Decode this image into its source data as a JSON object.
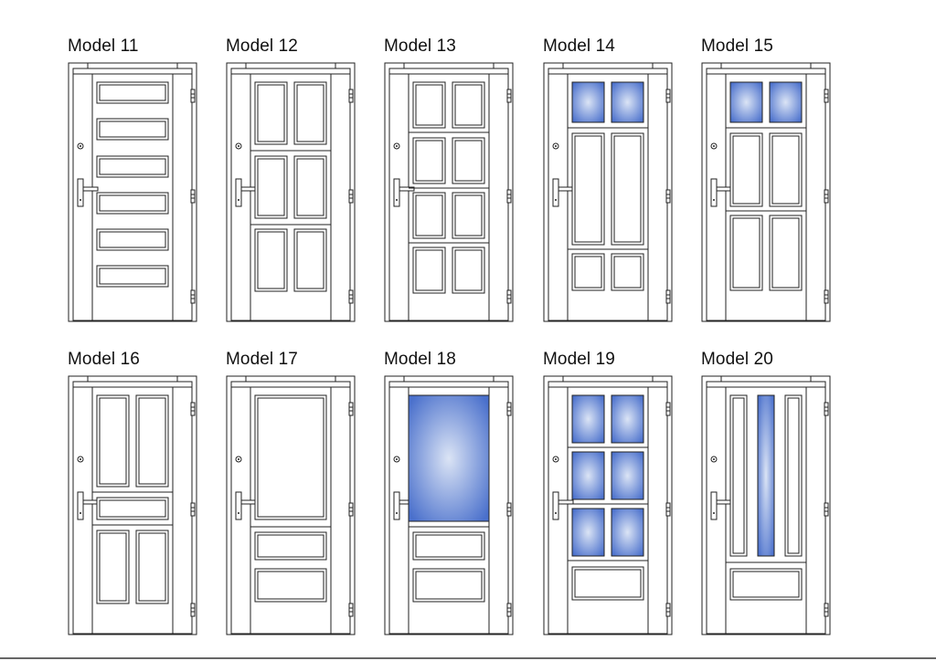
{
  "catalog": {
    "glass_color_center": "#dbe4f5",
    "glass_color_edge": "#4a70cc",
    "line_color": "#222222",
    "models": [
      {
        "label": "Model 11",
        "design": "six-horizontal-panels",
        "glazed": false
      },
      {
        "label": "Model 12",
        "design": "six-vertical-panels",
        "glazed": false
      },
      {
        "label": "Model 13",
        "design": "eight-panels",
        "glazed": false
      },
      {
        "label": "Model 14",
        "design": "two-glass-top-two-long-panels",
        "glazed": true
      },
      {
        "label": "Model 15",
        "design": "two-glass-top-four-panels",
        "glazed": true
      },
      {
        "label": "Model 16",
        "design": "four-panels-mid-rail",
        "glazed": false
      },
      {
        "label": "Model 17",
        "design": "large-top-panel-two-bottom-panels",
        "glazed": false
      },
      {
        "label": "Model 18",
        "design": "large-glass-two-bottom-panels",
        "glazed": true
      },
      {
        "label": "Model 19",
        "design": "six-glass-bottom-panel",
        "glazed": true
      },
      {
        "label": "Model 20",
        "design": "narrow-center-glass",
        "glazed": true
      }
    ]
  }
}
